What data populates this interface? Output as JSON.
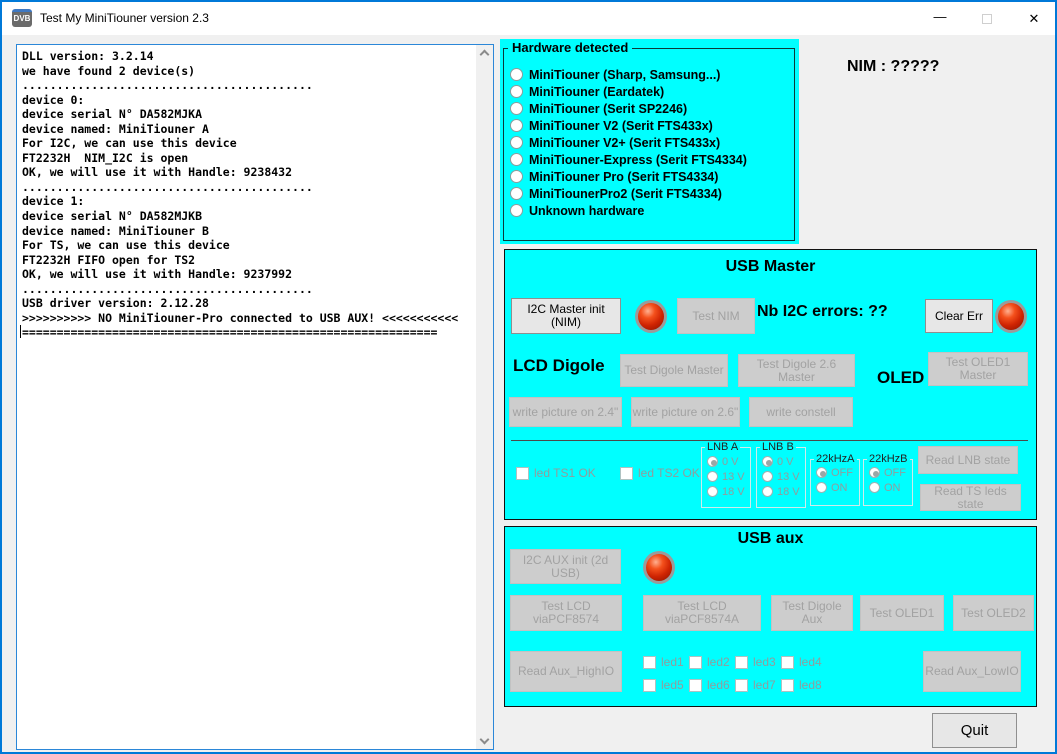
{
  "window": {
    "title": "Test My MiniTiouner version 2.3",
    "icon": "DVB",
    "minimize_glyph": "—",
    "close_glyph": "✕"
  },
  "console": {
    "lines": [
      "DLL version: 3.2.14",
      "we have found 2 device(s)",
      "..........................................",
      "device 0:",
      "device serial N° DA582MJKA",
      "device named: MiniTiouner A",
      "For I2C, we can use this device",
      "FT2232H  NIM_I2C is open",
      "OK, we will use it with Handle: 9238432",
      "..........................................",
      "device 1:",
      "device serial N° DA582MJKB",
      "device named: MiniTiouner B",
      "For TS, we can use this device",
      "FT2232H FIFO open for TS2",
      "OK, we will use it with Handle: 9237992",
      "..........................................",
      "USB driver version: 2.12.28",
      ">>>>>>>>>> NO MiniTiouner-Pro connected to USB AUX! <<<<<<<<<<<",
      "============================================================"
    ]
  },
  "hardware": {
    "title": "Hardware detected",
    "options": [
      "MiniTiouner (Sharp, Samsung...)",
      "MiniTiouner (Eardatek)",
      "MiniTiouner (Serit SP2246)",
      "MiniTiouner V2 (Serit FTS433x)",
      "MiniTiouner V2+ (Serit FTS433x)",
      "MiniTiouner-Express (Serit FTS4334)",
      "MiniTiouner Pro  (Serit FTS4334)",
      "MiniTiounerPro2 (Serit FTS4334)",
      "Unknown hardware"
    ]
  },
  "nim_label": "NIM : ?????",
  "usb_master": {
    "title": "USB Master",
    "i2c_master_init": "I2C Master init (NIM)",
    "test_nim": "Test NIM",
    "nb_i2c_errors": "Nb I2C errors:  ??",
    "clear_err": "Clear Err",
    "lcd_digole": "LCD Digole",
    "test_digole_master": "Test Digole Master",
    "test_digole_26_master": "Test Digole 2.6 Master",
    "oled": "OLED",
    "test_oled1_master": "Test OLED1 Master",
    "write_picture_24": "write picture on 2.4\"",
    "write_picture_26": "write picture on 2.6\"",
    "write_constell": "write constell",
    "led_ts1": "led TS1 OK",
    "led_ts2": "led TS2 OK",
    "lnb_a": {
      "title": "LNB A",
      "options": [
        "0 V",
        "13 V",
        "18 V"
      ],
      "selected": "0 V"
    },
    "lnb_b": {
      "title": "LNB B",
      "options": [
        "0 V",
        "13 V",
        "18 V"
      ],
      "selected": "0 V"
    },
    "khz_a": {
      "title": "22kHzA",
      "options": [
        "OFF",
        "ON"
      ],
      "selected": "OFF"
    },
    "khz_b": {
      "title": "22kHzB",
      "options": [
        "OFF",
        "ON"
      ],
      "selected": "OFF"
    },
    "read_lnb_state": "Read LNB state",
    "read_ts_leds_state": "Read TS leds state"
  },
  "usb_aux": {
    "title": "USB aux",
    "i2c_aux_init": "I2C AUX init (2d USB)",
    "buttons": [
      "Test LCD viaPCF8574",
      "Test LCD viaPCF8574A",
      "Test Digole Aux",
      "Test OLED1",
      "Test OLED2"
    ],
    "read_aux_highio": "Read Aux_HighIO",
    "read_aux_lowio": "Read Aux_LowIO",
    "leds_row1": [
      "led1",
      "led2",
      "led3",
      "led4"
    ],
    "leds_row2": [
      "led5",
      "led6",
      "led7",
      "led8"
    ]
  },
  "quit_label": "Quit",
  "colors": {
    "panel_cyan": "#00ffff",
    "led_red": "#cf2402",
    "window_border_blue": "#0079d8",
    "disabled_text": "#a2a2a2"
  }
}
